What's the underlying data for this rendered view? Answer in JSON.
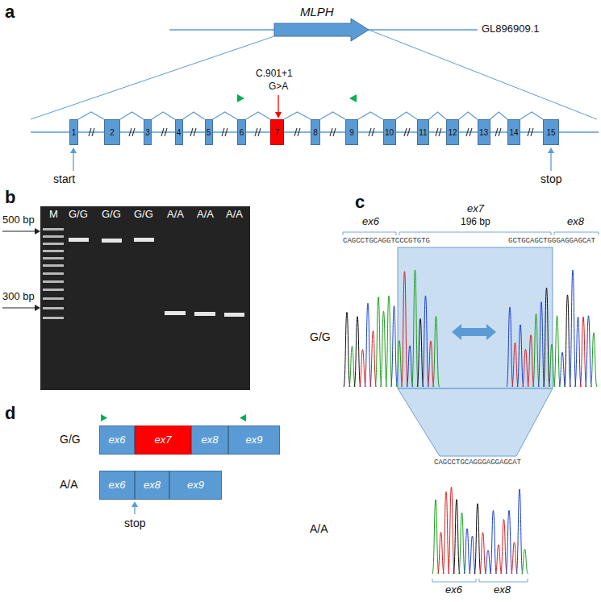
{
  "diagram": {
    "nodes": [
      {
        "text": [
          "1"
        ]
      },
      {
        "text": [
          "2"
        ]
      },
      {
        "text": [
          "3"
        ]
      },
      {
        "text": [
          "4"
        ]
      },
      {
        "text": [
          "5"
        ]
      },
      {
        "text": [
          "6"
        ]
      },
      {
        "text": [
          "7"
        ]
      },
      {
        "text": [
          "8"
        ]
      },
      {
        "text": [
          "9"
        ]
      },
      {
        "text": [
          "10"
        ]
      },
      {
        "text": [
          "11"
        ]
      },
      {
        "text": [
          "12"
        ]
      },
      {
        "text": [
          "13"
        ]
      },
      {
        "text": [
          "14"
        ]
      },
      {
        "text": [
          "15"
        ]
      },
      {
        "text": [
          "ex6"
        ]
      },
      {
        "text": [
          "ex7"
        ]
      },
      {
        "text": [
          "ex8"
        ]
      },
      {
        "text": [
          "ex9"
        ]
      },
      {
        "text": [
          "ex6"
        ]
      },
      {
        "text": [
          "ex8"
        ]
      },
      {
        "text": [
          "ex9"
        ]
      }
    ],
    "edges": [
      {
        "from": 0,
        "to": 1,
        "arrow": "none"
      },
      {
        "from": 1,
        "to": 2,
        "arrow": "none"
      },
      {
        "from": 2,
        "to": 3,
        "arrow": "none"
      },
      {
        "from": 3,
        "to": 4,
        "arrow": "none"
      },
      {
        "from": 4,
        "to": 5,
        "arrow": "none"
      },
      {
        "from": 5,
        "to": 6,
        "arrow": "none"
      },
      {
        "from": 6,
        "to": 7,
        "arrow": "none"
      },
      {
        "from": 7,
        "to": 8,
        "arrow": "none"
      },
      {
        "from": 8,
        "to": 9,
        "arrow": "none"
      },
      {
        "from": 9,
        "to": 10,
        "arrow": "none"
      },
      {
        "from": 10,
        "to": 11,
        "arrow": "none"
      },
      {
        "from": 11,
        "to": 12,
        "arrow": "none"
      },
      {
        "from": 12,
        "to": 13,
        "arrow": "none"
      },
      {
        "from": 13,
        "to": 14,
        "arrow": "none"
      }
    ],
    "labels": [
      "a",
      "MLPH",
      "GL896909.1",
      "C.901+1",
      "G>A",
      "start",
      "stop",
      "b",
      "M",
      "G/G",
      "G/G",
      "G/G",
      "A/A",
      "A/A",
      "A/A",
      "500 bp",
      "300 bp",
      "c",
      "ex6",
      "ex7",
      "196 bp",
      "ex8",
      "CAGCCTGCAGGTCCCGTGTG",
      "GCTGCAGCTGGGAGGAGCAT",
      "G/G",
      "CAGCCTGCAGGGAGGAGCAT",
      "A/A",
      "ex6",
      "ex8",
      "d",
      "G/G",
      "A/A",
      "stop"
    ]
  }
}
